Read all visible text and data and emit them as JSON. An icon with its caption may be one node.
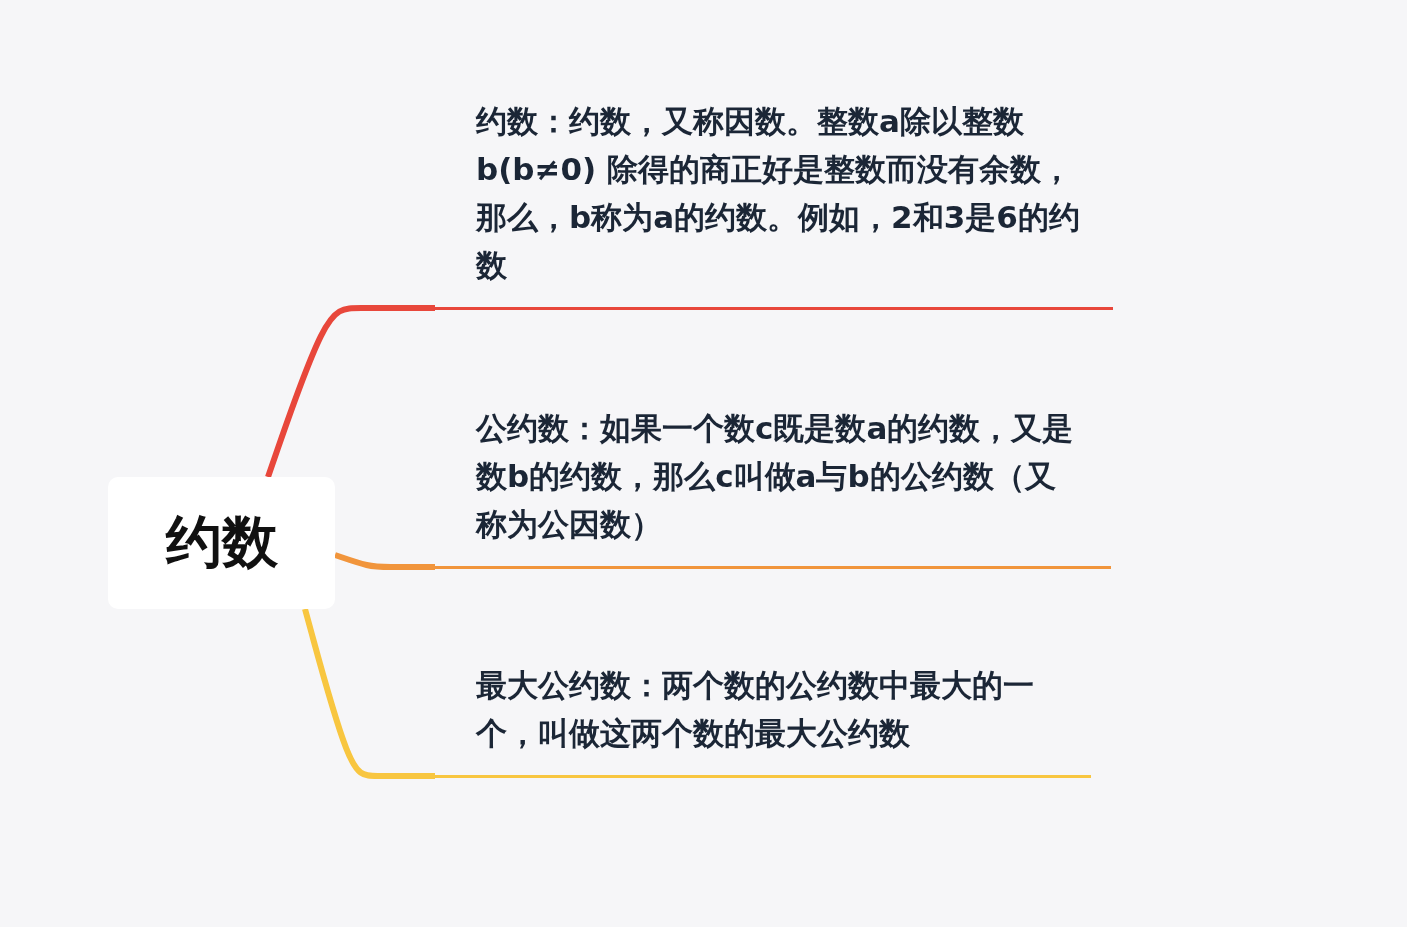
{
  "diagram": {
    "nodes": [
      {
        "text": [
          "约数"
        ]
      },
      {
        "text": [
          "约数：约数，又称因数。整数a除以整数b(b≠0) 除得的商正好是整数而没有余数，那么，b称为a的约数。例如，2和3是6的约数"
        ]
      },
      {
        "text": [
          "公约数：如果一个数c既是数a的约数，又是数b的约数，那么c叫做a与b的公约数（又称为公因数）"
        ]
      },
      {
        "text": [
          "最大公约数：两个数的公约数中最大的一个，叫做这两个数的最大公约数"
        ]
      }
    ],
    "edges": [
      {
        "from": 0,
        "to": 1,
        "arrow": "none",
        "color": "#e8473b"
      },
      {
        "from": 0,
        "to": 2,
        "arrow": "none",
        "color": "#f1953c"
      },
      {
        "from": 0,
        "to": 3,
        "arrow": "none",
        "color": "#f8c640"
      }
    ]
  }
}
